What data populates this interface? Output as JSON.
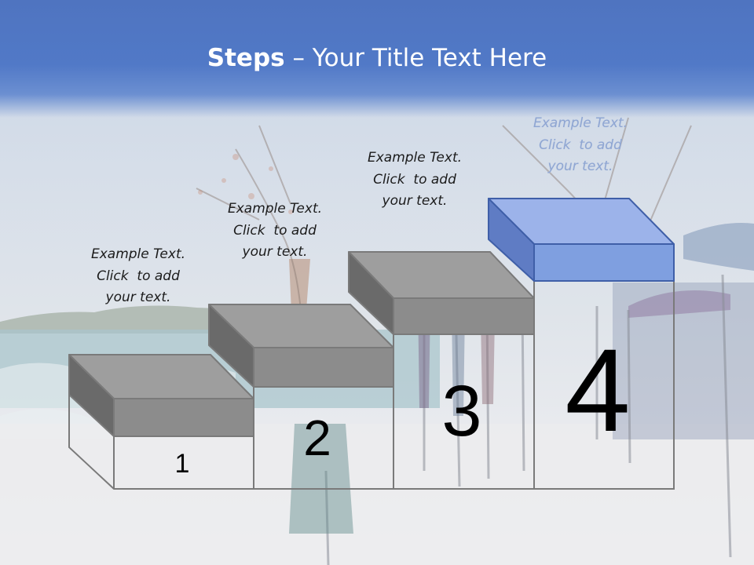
{
  "title": {
    "bold": "Steps",
    "rest": " – Your Title Text Here"
  },
  "steps": [
    {
      "number": "1",
      "text": "Example Text.\nClick  to add\nyour text."
    },
    {
      "number": "2",
      "text": "Example Text.\nClick  to add\nyour text."
    },
    {
      "number": "3",
      "text": "Example Text.\nClick  to add\nyour text."
    },
    {
      "number": "4",
      "text": "Example Text.\nClick  to add\nyour text."
    }
  ],
  "colors": {
    "header": "#5179c7",
    "step_box_gray_front": "#8c8c8c",
    "step_box_gray_top": "#9e9e9e",
    "step_box_gray_side": "#6a6a6a",
    "step_box_blue_front": "#7f9fe0",
    "step_box_blue_top": "#9cb3ea",
    "step_box_blue_side": "#5f7cc4",
    "outline": "#7a7a7a"
  }
}
